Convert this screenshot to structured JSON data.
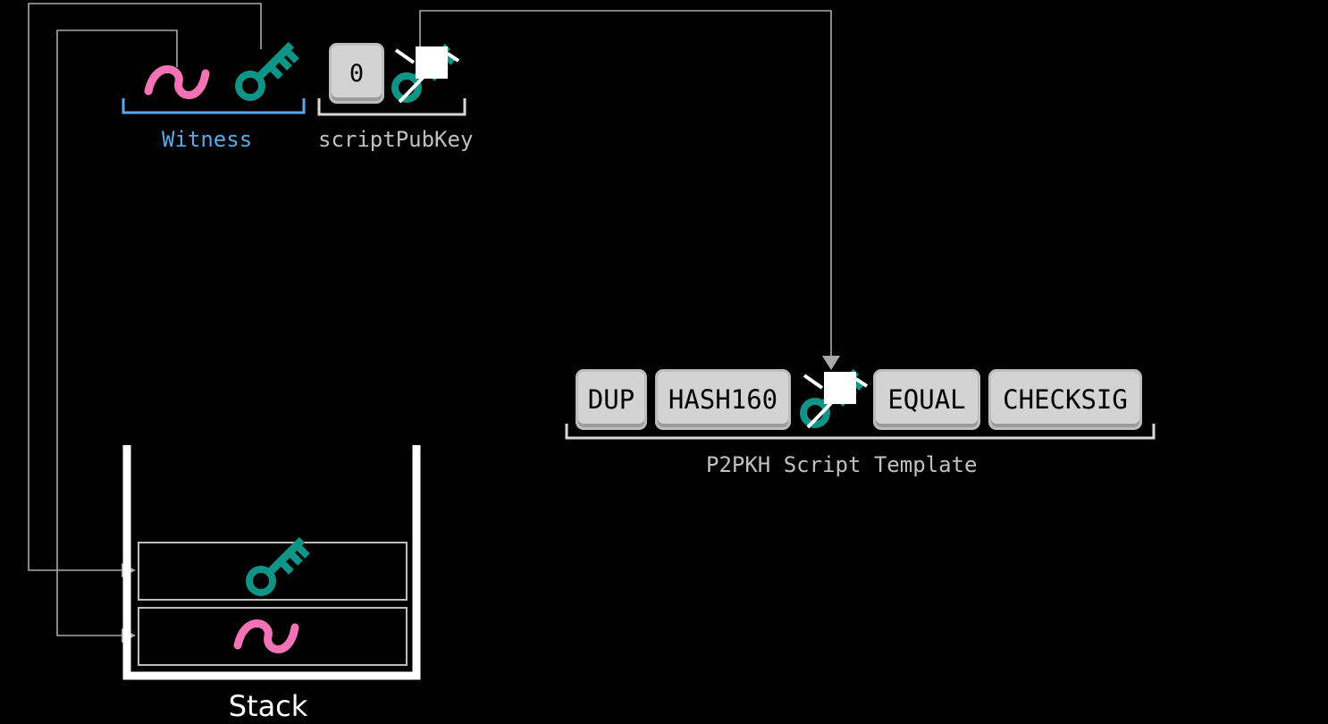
{
  "witness": {
    "label": "Witness",
    "items": [
      "signature-icon",
      "public-key-icon"
    ],
    "color": "#5aa9e6"
  },
  "script_pubkey": {
    "label": "scriptPubKey",
    "version": "0",
    "items": [
      "version-zero",
      "public-key-hash-icon"
    ]
  },
  "template": {
    "label": "P2PKH Script Template",
    "ops": {
      "dup": "DUP",
      "hash160": "HASH160",
      "equal": "EQUAL",
      "checksig": "CHECKSIG"
    },
    "inserted_item": "public-key-hash-icon"
  },
  "stack": {
    "label": "Stack",
    "slots": [
      "public-key-icon",
      "signature-icon"
    ]
  },
  "colors": {
    "background": "#000000",
    "signature": "#f472b6",
    "key": "#0f9488",
    "connector": "#a9a9a9",
    "box": "#d3d3d3",
    "label_grey": "#c0c0c0"
  }
}
